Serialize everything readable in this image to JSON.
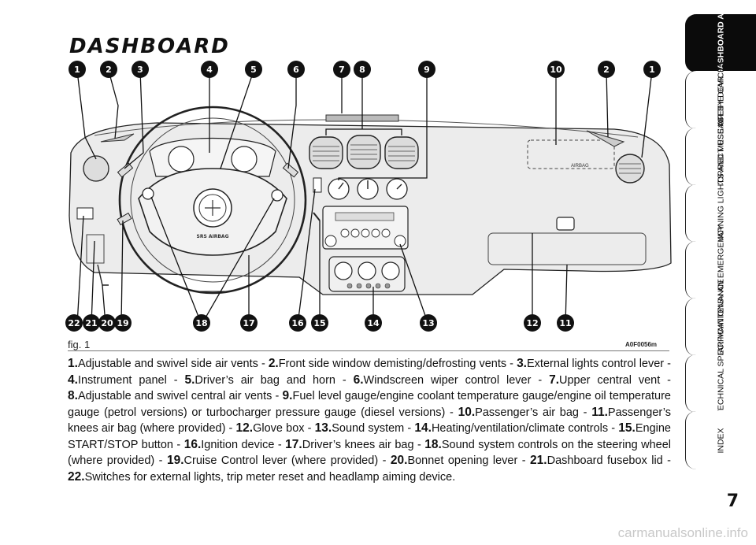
{
  "page": {
    "title": "DASHBOARD",
    "page_number": "7",
    "watermark": "carmanualsonline.info"
  },
  "figure": {
    "label": "fig. 1",
    "code": "A0F0056m",
    "callouts_top": [
      "1",
      "2",
      "3",
      "4",
      "5",
      "6",
      "7",
      "8",
      "9",
      "10",
      "2",
      "1"
    ],
    "callouts_bottom": [
      "22",
      "21",
      "20",
      "19",
      "18",
      "17",
      "16",
      "15",
      "14",
      "13",
      "12",
      "11"
    ],
    "airbag_text": "AIRBAG",
    "steering_text": "SRS AIRBAG"
  },
  "caption": {
    "items": [
      {
        "num": "1.",
        "text": "Adjustable and swivel side air vents - "
      },
      {
        "num": "2.",
        "text": "Front side window demisting/defrosting vents - "
      },
      {
        "num": "3.",
        "text": "External lights control lever - "
      },
      {
        "num": "4.",
        "text": "Instrument panel - "
      },
      {
        "num": "5.",
        "text": "Driver’s air bag and horn - "
      },
      {
        "num": "6.",
        "text": "Windscreen wiper control lever - "
      },
      {
        "num": "7.",
        "text": "Upper central vent - "
      },
      {
        "num": "8.",
        "text": "Adjustable and swivel central air vents - "
      },
      {
        "num": "9.",
        "text": "Fuel level gauge/engine coolant temperature gauge/engine oil temperature gauge (petrol versions) or turbocharger pressure gauge (diesel versions) - "
      },
      {
        "num": "10.",
        "text": "Passenger’s air bag - "
      },
      {
        "num": "11.",
        "text": "Passenger’s knees air bag (where provided) - "
      },
      {
        "num": "12.",
        "text": "Glove box - "
      },
      {
        "num": "13.",
        "text": "Sound system - "
      },
      {
        "num": "14.",
        "text": "Heating/ventilation/climate controls - "
      },
      {
        "num": "15.",
        "text": "Engine START/STOP button - "
      },
      {
        "num": "16.",
        "text": "Ignition device - "
      },
      {
        "num": "17.",
        "text": "Driver’s knees air bag - "
      },
      {
        "num": "18.",
        "text": "Sound system controls on the steering wheel (where provided) - "
      },
      {
        "num": "19.",
        "text": "Cruise Control lever (where provided) - "
      },
      {
        "num": "20.",
        "text": "Bonnet opening lever - "
      },
      {
        "num": "21.",
        "text": "Dashboard fusebox lid - "
      },
      {
        "num": "22.",
        "text": "Switches for external lights, trip meter reset and headlamp aiming device."
      }
    ]
  },
  "sidebar": {
    "tabs": [
      {
        "label": "DASHBOARD AND CONTROLS",
        "active": true
      },
      {
        "label": "SAFETY DEVICES",
        "active": false
      },
      {
        "label": "CORRECT USE OF THE CAR",
        "active": false
      },
      {
        "label": "WARNING LIGHTS AND MESSAGES",
        "active": false
      },
      {
        "label": "IN AN EMERGENCY",
        "active": false
      },
      {
        "label": "CAR MAINTENANCE",
        "active": false
      },
      {
        "label": "TECHNICAL SPECIFICATIONS",
        "active": false
      },
      {
        "label": "INDEX",
        "active": false
      }
    ]
  },
  "colors": {
    "ink": "#111111",
    "active_tab": "#0b0b0b",
    "dashboard_fill": "#ececec",
    "callout": "#111111",
    "watermark": "#c8c8c8"
  }
}
